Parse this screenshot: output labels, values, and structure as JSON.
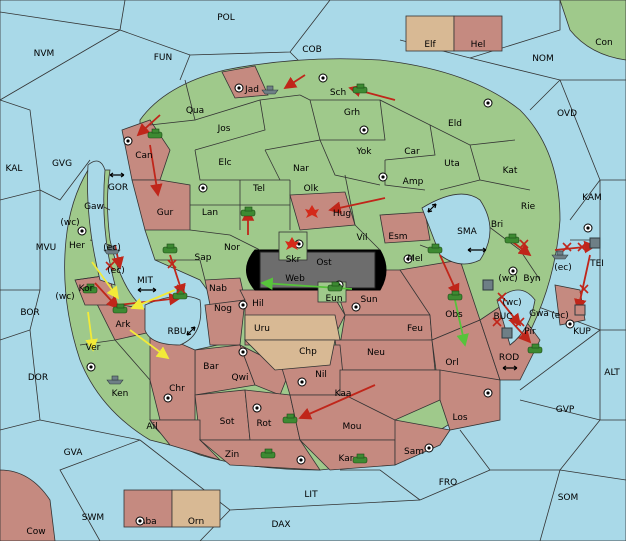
{
  "legend_top": {
    "elf": "Elf",
    "hel": "Hel"
  },
  "legend_bottom": {
    "aba": "Aba",
    "orn": "Orn"
  },
  "colors": {
    "sea": "#a9d9e8",
    "elf_green": "#9fc98b",
    "hel_red": "#c58a80",
    "neutral_tan": "#d8b994",
    "order_red": "#c0261a",
    "order_yellow": "#f2ea38",
    "order_green": "#57c33b"
  },
  "regions": {
    "pol": "POL",
    "cob": "COB",
    "fun": "FUN",
    "nvm": "NVM",
    "nom": "NOM",
    "con": "Con",
    "ovd": "OVD",
    "kal": "KAL",
    "gvg": "GVG",
    "kam": "KAM",
    "mvu": "MVU",
    "bor": "BOR",
    "dor": "DOR",
    "alt": "ALT",
    "gvp": "GVP",
    "gva": "GVA",
    "fro": "FRO",
    "som": "SOM",
    "lit": "LIT",
    "swm": "SWM",
    "dax": "DAX",
    "cow": "Cow",
    "sma": "SMA",
    "gor": "GOR",
    "mit": "MIT",
    "rbu": "RBU",
    "rod": "ROD",
    "buc": "BUC",
    "jad": "Jad",
    "sch": "Sch",
    "qua": "Qua",
    "grh": "Grh",
    "jos": "Jos",
    "eld": "Eld",
    "can": "Can",
    "yok": "Yok",
    "car": "Car",
    "elc": "Elc",
    "nar": "Nar",
    "uta": "Uta",
    "kat": "Kat",
    "tel": "Tel",
    "olk": "Olk",
    "amp": "Amp",
    "rie": "Rie",
    "gur": "Gur",
    "lan": "Lan",
    "hug": "Hug",
    "bri": "Bri",
    "gaw": "Gaw",
    "nor": "Nor",
    "vil": "Vil",
    "esm": "Esm",
    "her": "Her",
    "sap": "Sap",
    "skr": "Skr",
    "ost": "Ost",
    "mel": "Mel",
    "byn": "Byn",
    "tei": "TEI",
    "web": "Web",
    "kor": "Kor",
    "nab": "Nab",
    "eun": "Eun",
    "obs": "Obs",
    "hil": "Hil",
    "sun": "Sun",
    "gwa": "Gwa",
    "kup": "KUP",
    "ark": "Ark",
    "nog": "Nog",
    "pir": "Pir",
    "uru": "Uru",
    "feu": "Feu",
    "ver": "Ver",
    "chp": "Chp",
    "neu": "Neu",
    "orl": "Orl",
    "bar": "Bar",
    "qwi": "Qwi",
    "nil": "Nil",
    "chr": "Chr",
    "ken": "Ken",
    "kaa": "Kaa",
    "los": "Los",
    "sot": "Sot",
    "rot": "Rot",
    "ail": "Ail",
    "mou": "Mou",
    "zin": "Zin",
    "kar": "Kar",
    "sam": "Sam"
  },
  "coast_labels": {
    "wc1": "(wc)",
    "ec1": "(ec)",
    "ec2": "(ec)",
    "wc2": "(wc)",
    "wc3": "(wc)",
    "ec3": "(ec)",
    "wc4": "(wc)",
    "ec4": "(ec)"
  }
}
